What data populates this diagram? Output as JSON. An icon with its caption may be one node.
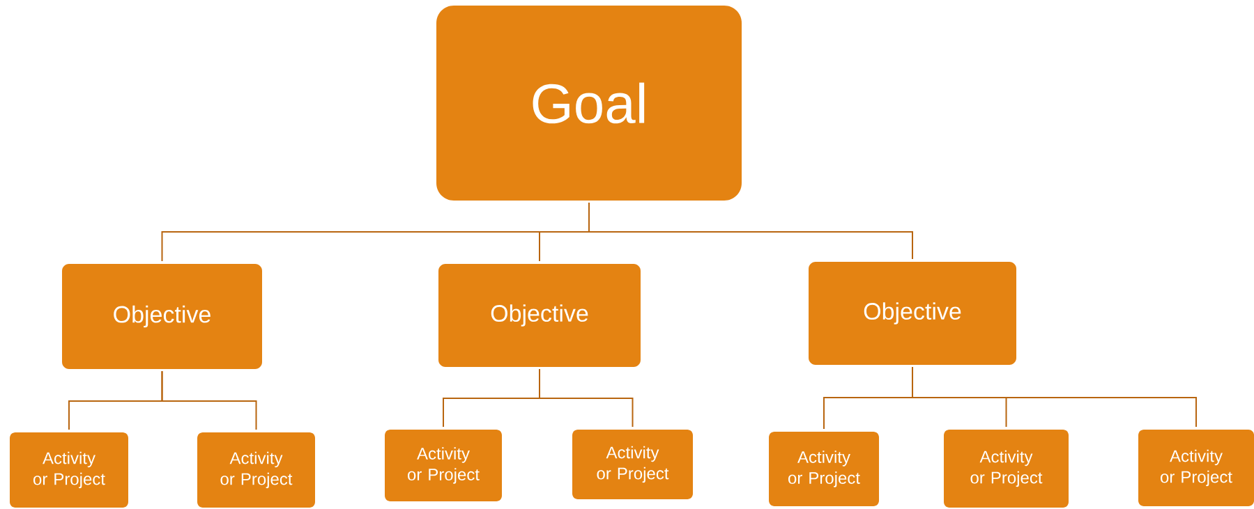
{
  "diagram": {
    "nodes": [
      {
        "text": [
          "Goal"
        ]
      },
      {
        "text": [
          "Objective"
        ]
      },
      {
        "text": [
          "Objective"
        ]
      },
      {
        "text": [
          "Objective"
        ]
      },
      {
        "text": [
          "Activity or Project"
        ]
      },
      {
        "text": [
          "Activity or Project"
        ]
      },
      {
        "text": [
          "Activity or Project"
        ]
      },
      {
        "text": [
          "Activity or Project"
        ]
      },
      {
        "text": [
          "Activity or Project"
        ]
      },
      {
        "text": [
          "Activity or Project"
        ]
      },
      {
        "text": [
          "Activity or Project"
        ]
      }
    ],
    "edges": [
      {
        "from": 0,
        "to": 1,
        "arrow": "none"
      },
      {
        "from": 0,
        "to": 2,
        "arrow": "none"
      },
      {
        "from": 0,
        "to": 3,
        "arrow": "none"
      },
      {
        "from": 1,
        "to": 4,
        "arrow": "none"
      },
      {
        "from": 1,
        "to": 5,
        "arrow": "none"
      },
      {
        "from": 2,
        "to": 6,
        "arrow": "none"
      },
      {
        "from": 2,
        "to": 7,
        "arrow": "none"
      },
      {
        "from": 3,
        "to": 8,
        "arrow": "none"
      },
      {
        "from": 3,
        "to": 9,
        "arrow": "none"
      },
      {
        "from": 3,
        "to": 10,
        "arrow": "none"
      }
    ]
  }
}
